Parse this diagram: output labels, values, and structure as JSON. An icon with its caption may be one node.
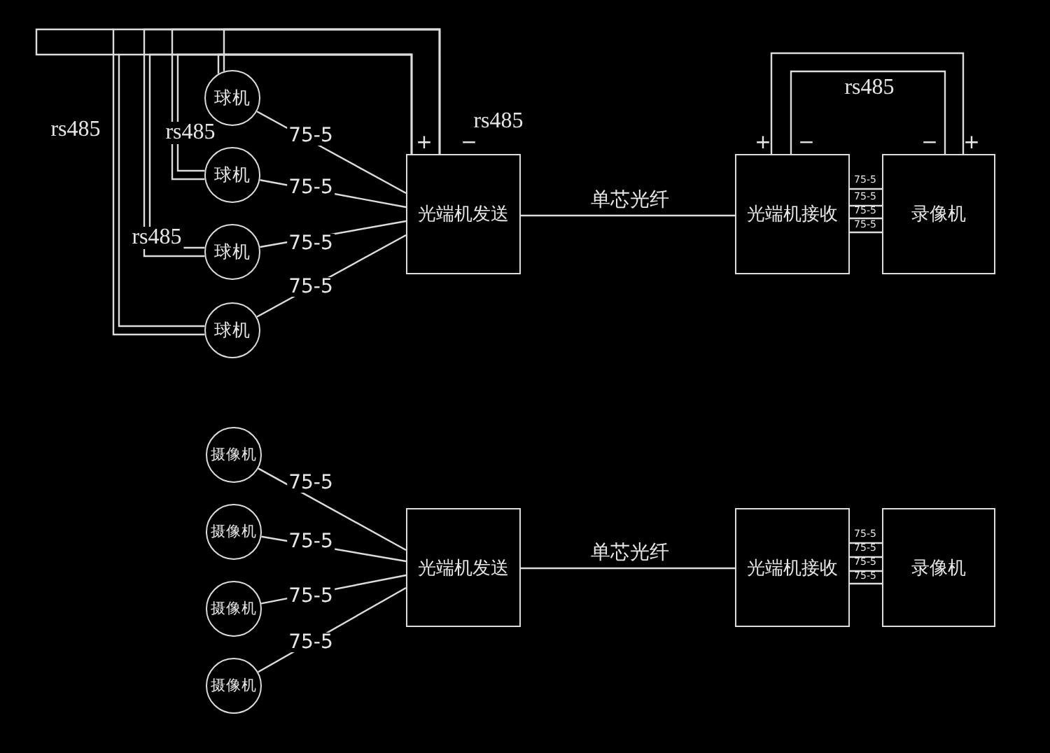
{
  "diagram": {
    "nodes": [
      {
        "text": [
          "球机"
        ]
      },
      {
        "text": [
          "球机"
        ]
      },
      {
        "text": [
          "球机"
        ]
      },
      {
        "text": [
          "球机"
        ]
      },
      {
        "text": [
          "光端机发送"
        ]
      },
      {
        "text": [
          "光端机接收"
        ]
      },
      {
        "text": [
          "录像机"
        ]
      },
      {
        "text": [
          "摄像机"
        ]
      },
      {
        "text": [
          "摄像机"
        ]
      },
      {
        "text": [
          "摄像机"
        ]
      },
      {
        "text": [
          "摄像机"
        ]
      },
      {
        "text": [
          "光端机发送"
        ]
      },
      {
        "text": [
          "光端机接收"
        ]
      },
      {
        "text": [
          "录像机"
        ]
      }
    ],
    "edges": [
      {
        "from": 4,
        "to": 0,
        "arrow": "none",
        "label": "rs485"
      },
      {
        "from": 4,
        "to": 1,
        "arrow": "none",
        "label": "rs485"
      },
      {
        "from": 4,
        "to": 2,
        "arrow": "none",
        "label": "rs485"
      },
      {
        "from": 4,
        "to": 3,
        "arrow": "none",
        "label": "rs485"
      },
      {
        "from": 0,
        "to": 4,
        "arrow": "none",
        "label": "75-5"
      },
      {
        "from": 1,
        "to": 4,
        "arrow": "none",
        "label": "75-5"
      },
      {
        "from": 2,
        "to": 4,
        "arrow": "none",
        "label": "75-5"
      },
      {
        "from": 3,
        "to": 4,
        "arrow": "none",
        "label": "75-5"
      },
      {
        "from": 4,
        "to": 5,
        "arrow": "none",
        "label": "单芯光纤"
      },
      {
        "from": 5,
        "to": 6,
        "arrow": "none",
        "label": "rs485"
      },
      {
        "from": 5,
        "to": 6,
        "arrow": "none",
        "label": "75-5"
      },
      {
        "from": 5,
        "to": 6,
        "arrow": "none",
        "label": "75-5"
      },
      {
        "from": 5,
        "to": 6,
        "arrow": "none",
        "label": "75-5"
      },
      {
        "from": 5,
        "to": 6,
        "arrow": "none",
        "label": "75-5"
      },
      {
        "from": 7,
        "to": 11,
        "arrow": "none",
        "label": "75-5"
      },
      {
        "from": 8,
        "to": 11,
        "arrow": "none",
        "label": "75-5"
      },
      {
        "from": 9,
        "to": 11,
        "arrow": "none",
        "label": "75-5"
      },
      {
        "from": 10,
        "to": 11,
        "arrow": "none",
        "label": "75-5"
      },
      {
        "from": 11,
        "to": 12,
        "arrow": "none",
        "label": "单芯光纤"
      },
      {
        "from": 12,
        "to": 13,
        "arrow": "none",
        "label": "75-5"
      },
      {
        "from": 12,
        "to": 13,
        "arrow": "none",
        "label": "75-5"
      },
      {
        "from": 12,
        "to": 13,
        "arrow": "none",
        "label": "75-5"
      },
      {
        "from": 12,
        "to": 13,
        "arrow": "none",
        "label": "75-5"
      }
    ],
    "labels": [
      "+",
      "−",
      "+",
      "−",
      "−",
      "+"
    ]
  }
}
